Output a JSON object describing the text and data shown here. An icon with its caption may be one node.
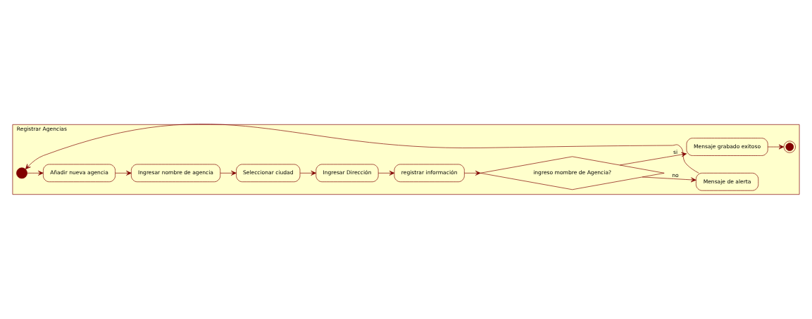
{
  "diagram": {
    "nodes": [
      {
        "text": [
          "Registrar Agencias"
        ]
      },
      {
        "text": [],
        "shape": "circle",
        "in": 0
      },
      {
        "text": [
          "Añadir nueva agencia"
        ],
        "in": 0
      },
      {
        "text": [
          "Ingresar nombre de agencia"
        ],
        "in": 0
      },
      {
        "text": [
          "Seleccionar ciudad"
        ],
        "in": 0
      },
      {
        "text": [
          "Ingresar Dirección"
        ],
        "in": 0
      },
      {
        "text": [
          "registrar información"
        ],
        "in": 0
      },
      {
        "text": [
          "ingreso mombre de Agencia?"
        ],
        "in": 0
      },
      {
        "text": [
          "Mensaje de alerta"
        ],
        "in": 0
      },
      {
        "text": [
          "Mensaje grabado exitoso"
        ],
        "in": 0
      },
      {
        "text": [],
        "shape": "circle",
        "in": 0
      }
    ],
    "edges": [
      {
        "from": 1,
        "to": 2,
        "arrow": "to"
      },
      {
        "from": 2,
        "to": 3,
        "arrow": "to"
      },
      {
        "from": 3,
        "to": 4,
        "arrow": "to"
      },
      {
        "from": 4,
        "to": 5,
        "arrow": "to"
      },
      {
        "from": 5,
        "to": 6,
        "arrow": "to"
      },
      {
        "from": 6,
        "to": 7,
        "arrow": "to"
      },
      {
        "from": 7,
        "to": 8,
        "label": "no",
        "arrow": "to"
      },
      {
        "from": 8,
        "to": 1,
        "arrow": "to"
      },
      {
        "from": 7,
        "to": 9,
        "label": "si",
        "arrow": "to"
      },
      {
        "from": 9,
        "to": 10,
        "arrow": "to"
      }
    ]
  }
}
